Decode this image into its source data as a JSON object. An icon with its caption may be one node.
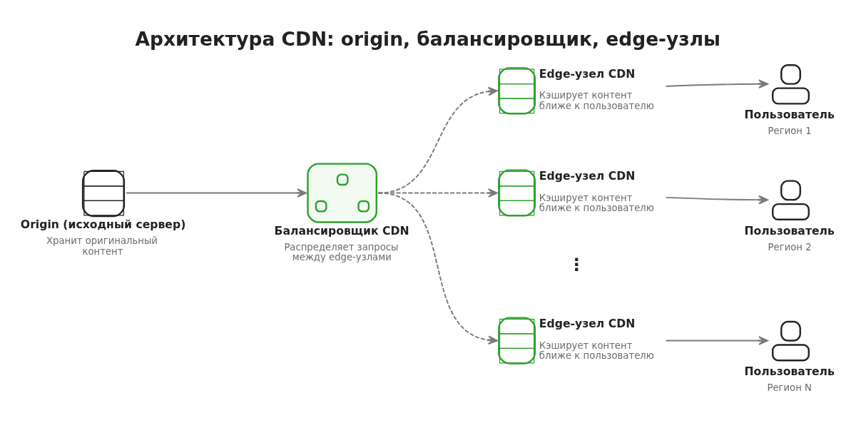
{
  "diagram": {
    "title": "Архитектура CDN: origin, балансировщик, edge-узлы",
    "nodes": [
      {
        "text": [
          "Origin (исходный сервер)",
          "Хранит оригинальный контент"
        ]
      },
      {
        "text": [
          "Балансировщик CDN",
          "Распределяет запросы между edge-узлами"
        ]
      },
      {
        "text": [
          "Edge-узел CDN",
          "Кэширует контент ближе к пользователю"
        ]
      },
      {
        "text": [
          "Edge-узел CDN",
          "Кэширует контент ближе к пользователю"
        ]
      },
      {
        "text": [
          "Edge-узел CDN",
          "Кэширует контент ближе к пользователю"
        ]
      },
      {
        "text": [
          "Пользователь",
          "Регион 1"
        ]
      },
      {
        "text": [
          "Пользователь",
          "Регион 2"
        ]
      },
      {
        "text": [
          "Пользователь",
          "Регион N"
        ]
      }
    ],
    "edges": [
      {
        "from": 0,
        "to": 1,
        "arrow": "to"
      },
      {
        "from": 1,
        "to": 2,
        "arrow": "to",
        "style": "dashed"
      },
      {
        "from": 1,
        "to": 3,
        "arrow": "to",
        "style": "dashed"
      },
      {
        "from": 1,
        "to": 4,
        "arrow": "to",
        "style": "dashed"
      },
      {
        "from": 2,
        "to": 5,
        "arrow": "to"
      },
      {
        "from": 3,
        "to": 6,
        "arrow": "to"
      },
      {
        "from": 4,
        "to": 7,
        "arrow": "to"
      }
    ],
    "labels": [
      "⋮"
    ]
  }
}
